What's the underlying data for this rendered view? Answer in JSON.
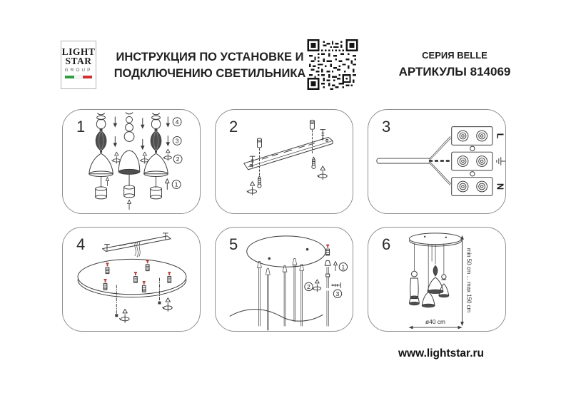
{
  "header": {
    "logo": {
      "line1": "LIGHT",
      "line2": "STAR",
      "line3": "GROUP"
    },
    "title_line1": "ИНСТРУКЦИЯ ПО УСТАНОВКЕ И",
    "title_line2": "ПОДКЛЮЧЕНИЮ СВЕТИЛЬНИКА",
    "series": "СЕРИЯ BELLE",
    "articles": "АРТИКУЛЫ 814069"
  },
  "panels": [
    {
      "number": "1"
    },
    {
      "number": "2"
    },
    {
      "number": "3"
    },
    {
      "number": "4"
    },
    {
      "number": "5"
    },
    {
      "number": "6"
    }
  ],
  "panel1": {
    "steps": {
      "s1": "1",
      "s2": "2",
      "s3": "3",
      "s4": "4"
    }
  },
  "panel3": {
    "label_line": "L",
    "label_neutral": "N"
  },
  "panel5": {
    "steps": {
      "s1": "1",
      "s2": "2",
      "s3": "3"
    }
  },
  "panel6": {
    "height_label": "min 50 cm ... max 150 cm",
    "diameter_label": "ø40 cm"
  },
  "footer": {
    "website": "www.lightstar.ru"
  },
  "colors": {
    "line": "#3c3c3c",
    "accent_red": "#b5413a",
    "flag_green": "#2f9e3f",
    "flag_red": "#d03030"
  }
}
